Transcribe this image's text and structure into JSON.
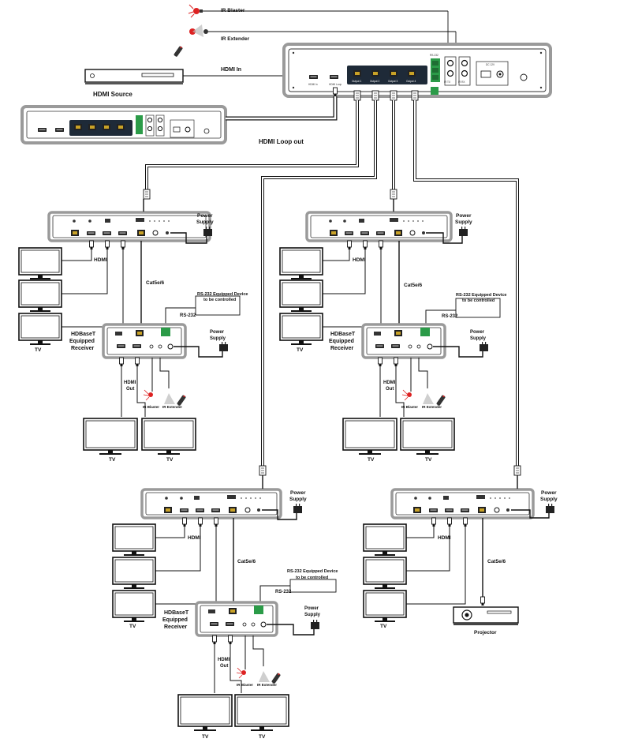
{
  "labels": {
    "ir_blaster": "IR Blaster",
    "ir_extender": "IR Extender",
    "hdmi_in": "HDMI In",
    "hdmi_source": "HDMI Source",
    "hdmi_loop_out": "HDMI Loop out",
    "power_supply_line1": "Power",
    "power_supply_line2": "Supply",
    "hdmi": "HDMI",
    "cat": "Cat5e/6",
    "rs232": "RS-232",
    "rs232_device_line1": "RS-232 Equipped Device",
    "rs232_device_line2": "to be controlled",
    "receiver_line1": "HDBaseT",
    "receiver_line2": "Equipped",
    "receiver_line3": "Receiver",
    "hdmi_out_line1": "HDMI",
    "hdmi_out_line2": "Out",
    "tv": "TV",
    "projector": "Projector"
  },
  "port_labels": {
    "hdmi_in": "HDMI In",
    "hdmi_loop": "HDMI Loop",
    "hdbt_outputs": [
      "Output 1",
      "Output 2",
      "Output 3",
      "Output 4"
    ],
    "rs232": "RS-232",
    "ir_tx": "IR TX",
    "ir_rx": "IR RX",
    "dc_12v": "DC 12V"
  }
}
